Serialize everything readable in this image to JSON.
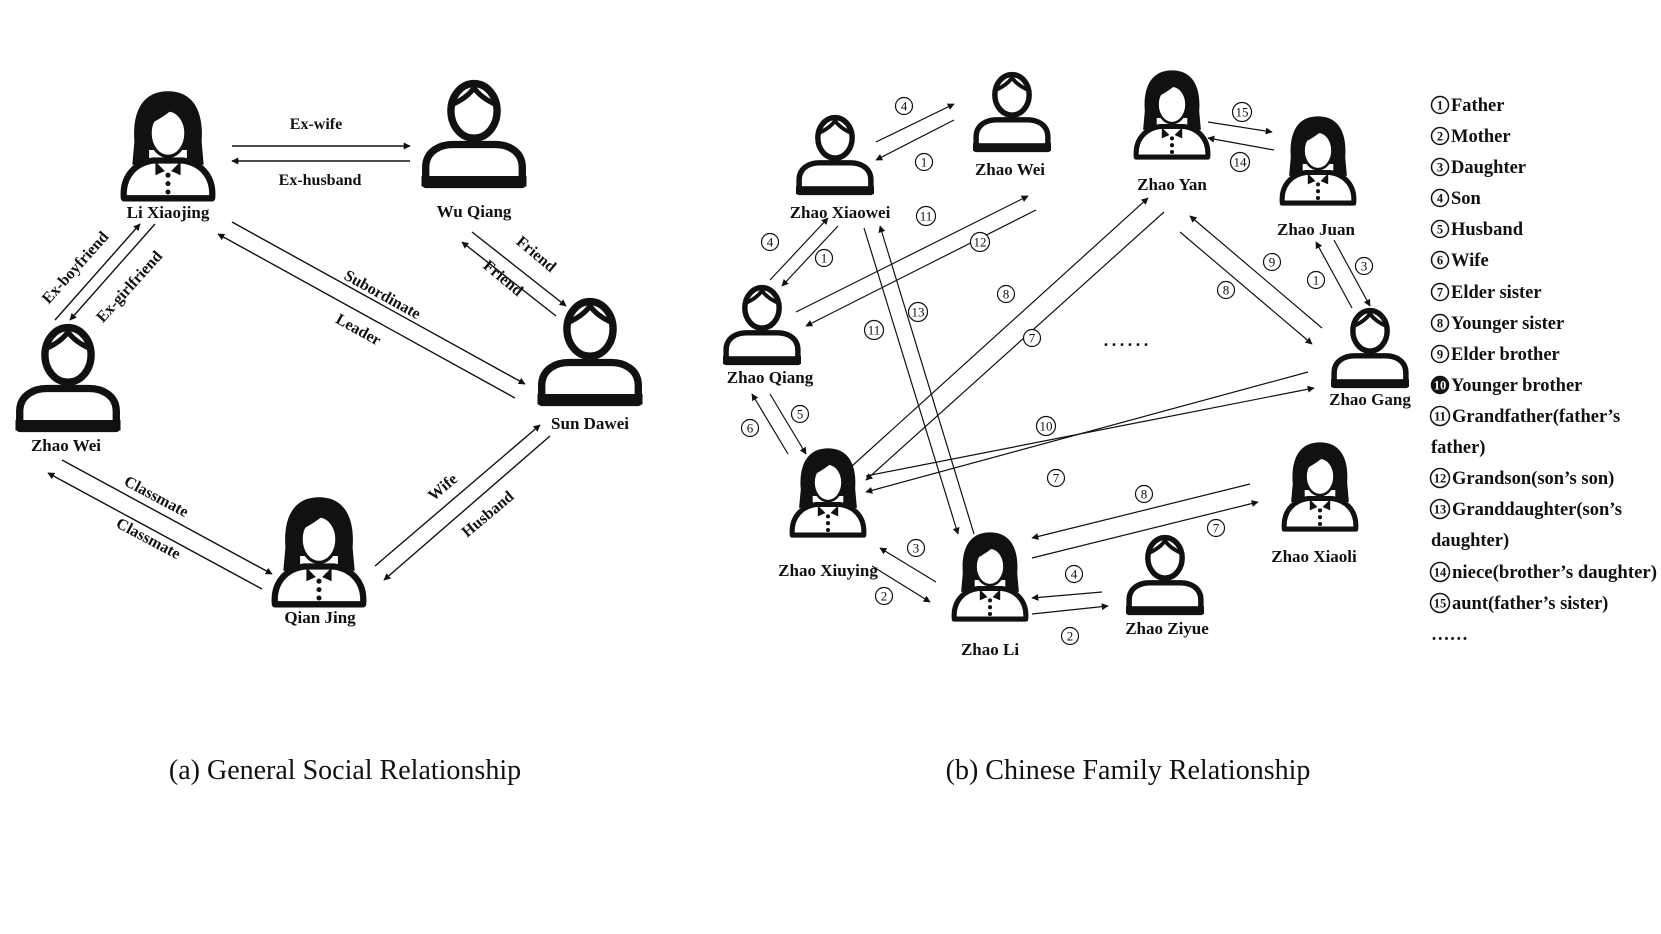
{
  "panel_a": {
    "caption": "(a) General Social Relationship",
    "nodes": {
      "li_xiaojing": "Li Xiaojing",
      "wu_qiang": "Wu Qiang",
      "zhao_wei": "Zhao Wei",
      "sun_dawei": "Sun Dawei",
      "qian_jing": "Qian Jing"
    },
    "edges": {
      "ex_wife": "Ex-wife",
      "ex_husband": "Ex-husband",
      "ex_boyfriend": "Ex-boyfriend",
      "ex_girlfriend": "Ex-girlfriend",
      "friend_1": "Friend",
      "friend_2": "Friend",
      "subordinate": "Subordinate",
      "leader": "Leader",
      "classmate_1": "Classmate",
      "classmate_2": "Classmate",
      "wife": "Wife",
      "husband": "Husband"
    }
  },
  "panel_b": {
    "caption": "(b) Chinese Family Relationship",
    "ellipsis": "……",
    "nodes": {
      "zhao_xiaowei": "Zhao Xiaowei",
      "zhao_wei": "Zhao Wei",
      "zhao_yan": "Zhao Yan",
      "zhao_juan": "Zhao Juan",
      "zhao_qiang": "Zhao Qiang",
      "zhao_gang": "Zhao Gang",
      "zhao_xiuying": "Zhao Xiuying",
      "zhao_li": "Zhao Li",
      "zhao_ziyue": "Zhao Ziyue",
      "zhao_xiaoli": "Zhao Xiaoli"
    },
    "edge_numbers": {
      "xw_w_4": "4",
      "xw_w_1": "1",
      "xw_q_4": "4",
      "xw_q_1": "1",
      "q_w_11": "11",
      "q_w_12": "12",
      "xw_li_11": "11",
      "xw_li_13": "13",
      "y_j_15": "15",
      "y_j_14": "14",
      "y_xy_8": "8",
      "y_xy_7": "7",
      "y_g_9": "9",
      "y_g_8": "8",
      "j_g_1": "1",
      "j_g_3": "3",
      "q_xy_6": "6",
      "q_xy_5": "5",
      "g_xy_10": "10",
      "g_xy_7": "7",
      "xy_li_3": "3",
      "xy_li_2": "2",
      "li_xl_8": "8",
      "li_xl_7": "7",
      "li_zy_4": "4",
      "li_zy_2": "2"
    },
    "legend": [
      {
        "num": "1",
        "text": "Father"
      },
      {
        "num": "2",
        "text": "Mother"
      },
      {
        "num": "3",
        "text": "Daughter"
      },
      {
        "num": "4",
        "text": "Son"
      },
      {
        "num": "5",
        "text": "Husband"
      },
      {
        "num": "6",
        "text": "Wife"
      },
      {
        "num": "7",
        "text": "Elder sister"
      },
      {
        "num": "8",
        "text": "Younger sister"
      },
      {
        "num": "9",
        "text": "Elder brother"
      },
      {
        "num": "10",
        "text": "Younger brother"
      },
      {
        "num": "11",
        "text": "Grandfather(father’s",
        "cont": "father)"
      },
      {
        "num": "12",
        "text": "Grandson(son’s son)"
      },
      {
        "num": "13",
        "text": "Granddaughter(son’s",
        "cont": "daughter)"
      },
      {
        "num": "14",
        "text": "niece(brother’s daughter)"
      },
      {
        "num": "15",
        "text": "aunt(father’s sister)"
      }
    ],
    "legend_more": "……"
  }
}
